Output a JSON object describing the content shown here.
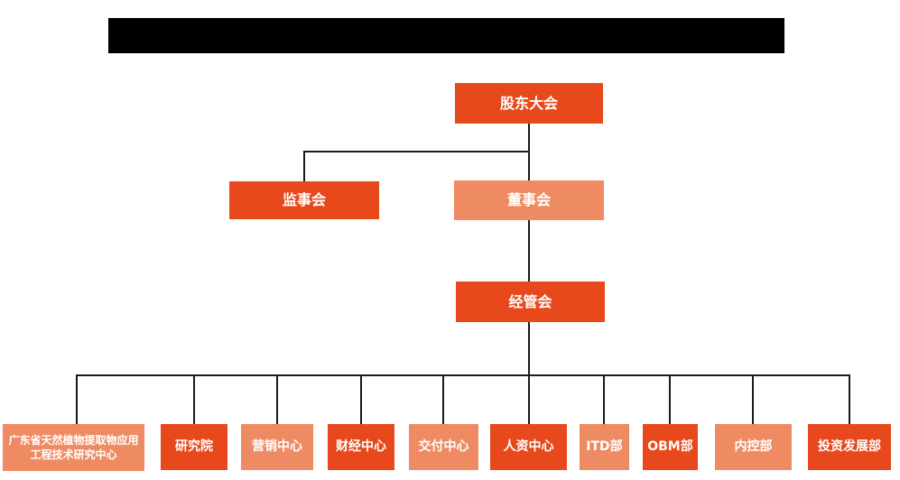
{
  "colors": {
    "primary": "#e8491c",
    "secondary": "#ef8b63",
    "line": "#1a1a1a",
    "text": "#ffffff",
    "redaction": "#000000",
    "background": "#ffffff"
  },
  "org": {
    "shareholders": {
      "label": "股东大会",
      "variant": "primary"
    },
    "supervisory": {
      "label": "监事会",
      "variant": "primary"
    },
    "board": {
      "label": "董事会",
      "variant": "secondary"
    },
    "management": {
      "label": "经管会",
      "variant": "primary"
    },
    "departments": [
      {
        "label": "广东省天然植物提取物应用工程技术研究中心",
        "variant": "secondary"
      },
      {
        "label": "研究院",
        "variant": "primary"
      },
      {
        "label": "营销中心",
        "variant": "secondary"
      },
      {
        "label": "财经中心",
        "variant": "primary"
      },
      {
        "label": "交付中心",
        "variant": "secondary"
      },
      {
        "label": "人资中心",
        "variant": "primary"
      },
      {
        "label": "ITD部",
        "variant": "secondary"
      },
      {
        "label": "OBM部",
        "variant": "primary"
      },
      {
        "label": "内控部",
        "variant": "secondary"
      },
      {
        "label": "投资发展部",
        "variant": "primary"
      }
    ]
  }
}
